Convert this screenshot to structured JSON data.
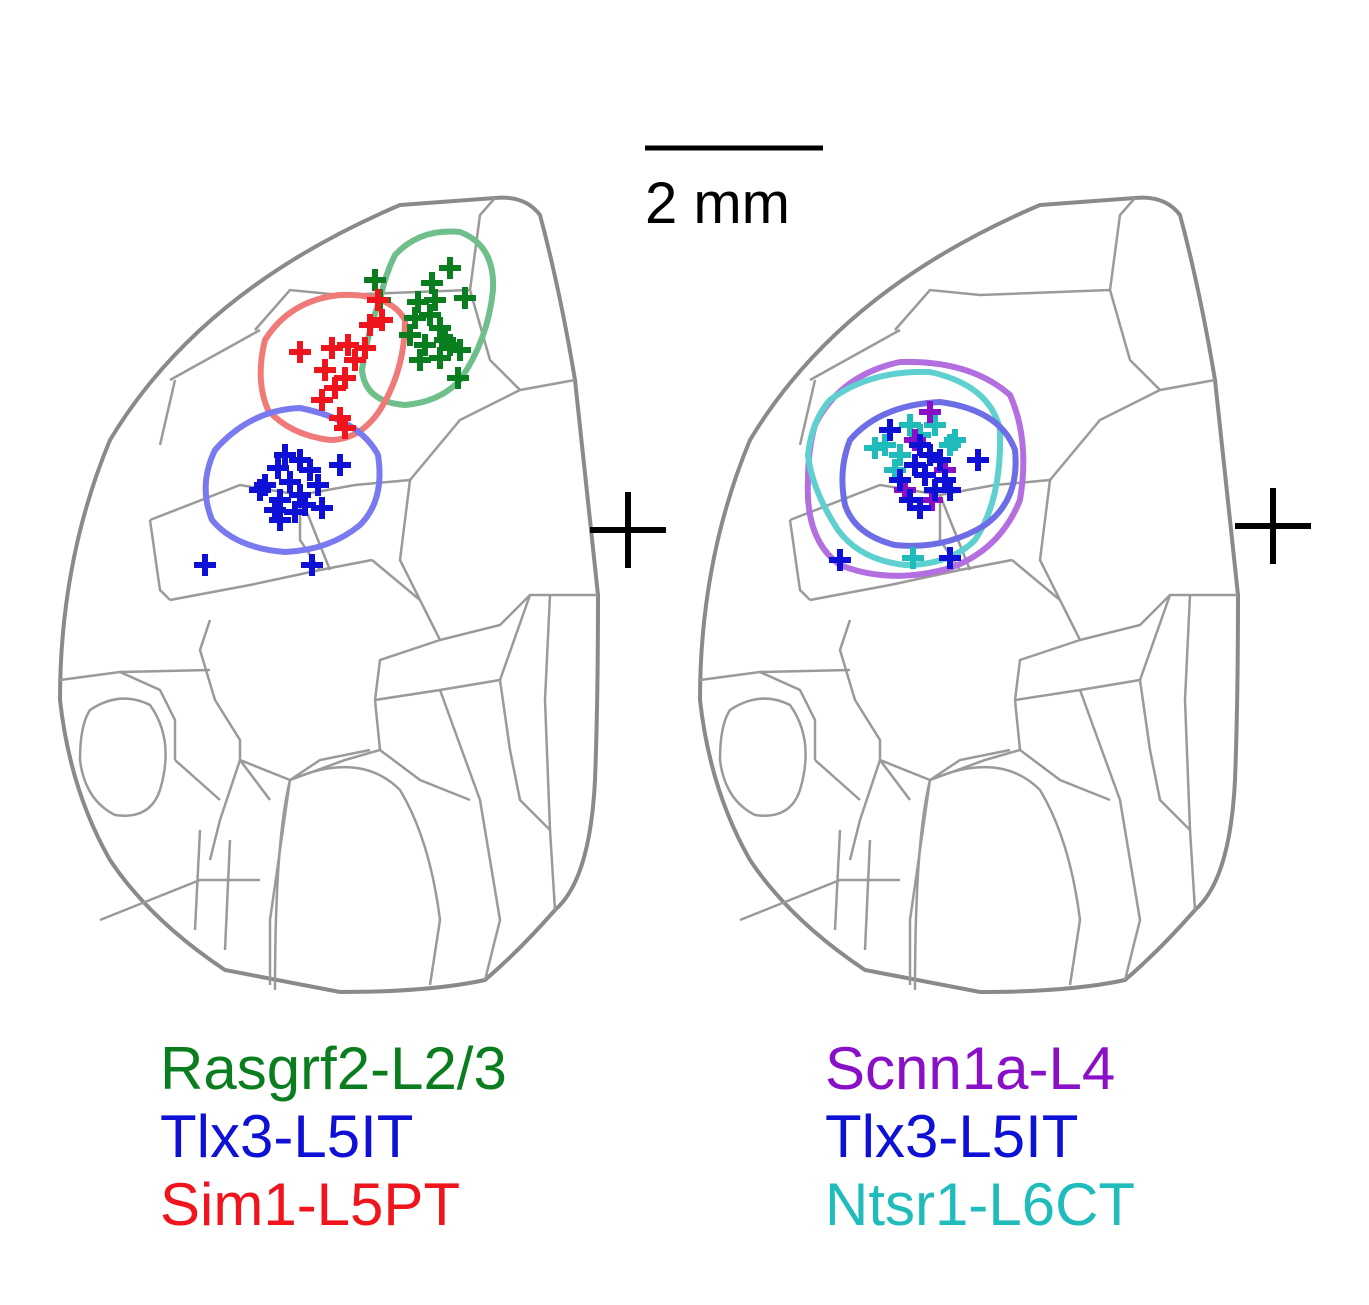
{
  "scale_bar": {
    "label": "2 mm"
  },
  "colors": {
    "outline": "#8a8a8a",
    "green": "#0a7d1e",
    "blue": "#0f10d6",
    "red": "#f0141c",
    "purple": "#8a10c8",
    "cyan": "#20bcbc"
  },
  "legend_left": [
    {
      "label": "Rasgrf2-L2/3",
      "color": "#0a7d1e"
    },
    {
      "label": "Tlx3-L5IT",
      "color": "#0f10d6"
    },
    {
      "label": "Sim1-L5PT",
      "color": "#f0141c"
    }
  ],
  "legend_right": [
    {
      "label": "Scnn1a-L4",
      "color": "#8a10c8"
    },
    {
      "label": "Tlx3-L5IT",
      "color": "#0f10d6"
    },
    {
      "label": "Ntsr1-L6CT",
      "color": "#20bcbc"
    }
  ]
}
